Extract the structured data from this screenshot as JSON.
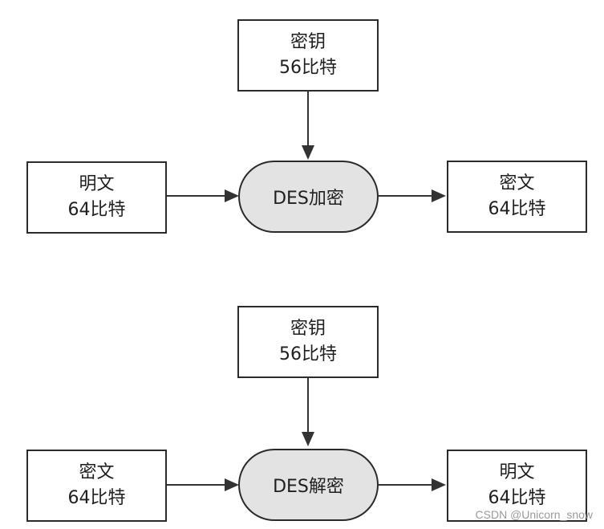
{
  "top": {
    "key": {
      "line1": "密钥",
      "line2": "56比特"
    },
    "input": {
      "line1": "明文",
      "line2": "64比特"
    },
    "process": {
      "label": "DES加密"
    },
    "output": {
      "line1": "密文",
      "line2": "64比特"
    }
  },
  "bottom": {
    "key": {
      "line1": "密钥",
      "line2": "56比特"
    },
    "input": {
      "line1": "密文",
      "line2": "64比特"
    },
    "process": {
      "label": "DES解密"
    },
    "output": {
      "line1": "明文",
      "line2": "64比特"
    }
  },
  "watermark": "CSDN @Unicorn_snow"
}
